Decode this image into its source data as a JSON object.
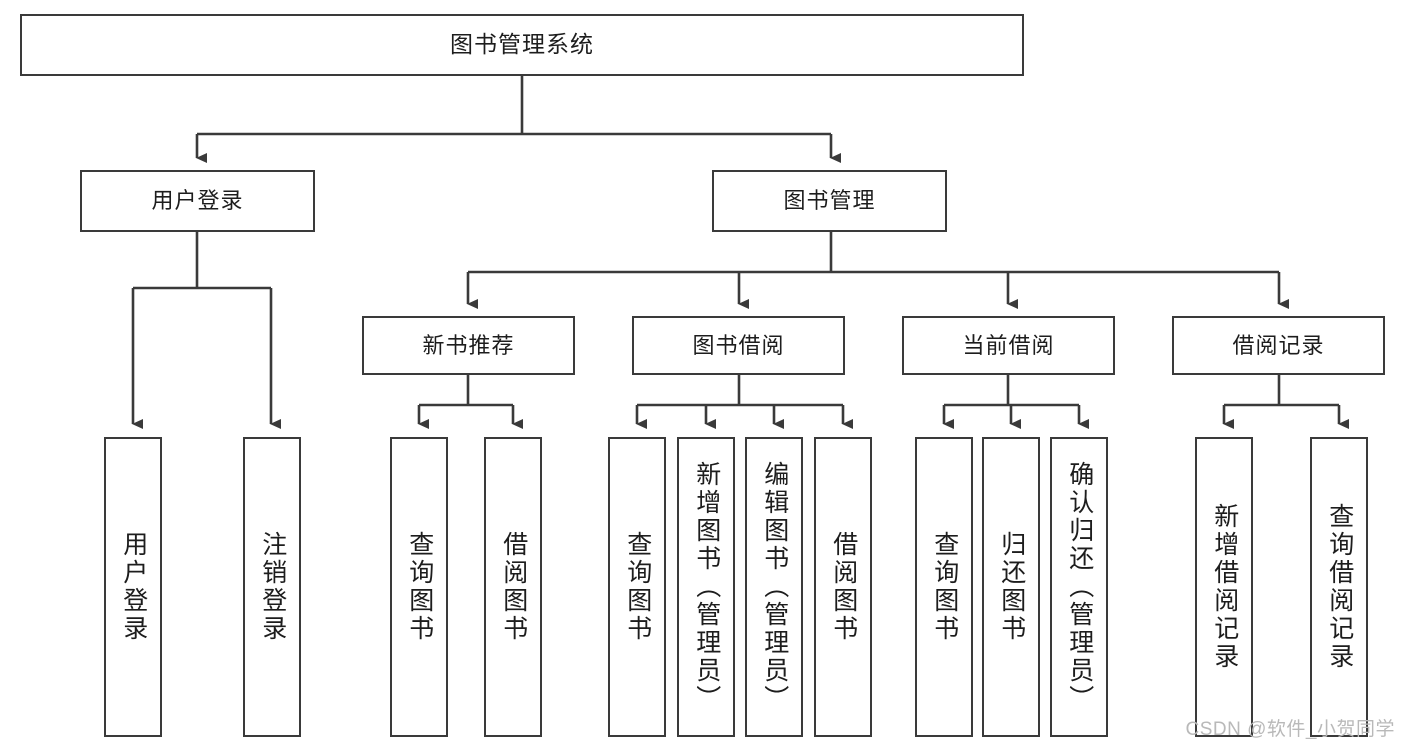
{
  "diagram": {
    "title_node": {
      "label": "图书管理系统"
    },
    "level2": [
      {
        "label": "用户登录"
      },
      {
        "label": "图书管理"
      }
    ],
    "level3": [
      {
        "label": "新书推荐"
      },
      {
        "label": "图书借阅"
      },
      {
        "label": "当前借阅"
      },
      {
        "label": "借阅记录"
      }
    ],
    "leaves": {
      "user_login": [
        {
          "label": "用户登录"
        },
        {
          "label": "注销登录"
        }
      ],
      "new_book": [
        {
          "label": "查询图书"
        },
        {
          "label": "借阅图书"
        }
      ],
      "book_borrow": [
        {
          "label": "查询图书"
        },
        {
          "label": "新增图书（管理员）"
        },
        {
          "label": "编辑图书（管理员）"
        },
        {
          "label": "借阅图书"
        }
      ],
      "current_borrow": [
        {
          "label": "查询图书"
        },
        {
          "label": "归还图书"
        },
        {
          "label": "确认归还（管理员）"
        }
      ],
      "borrow_record": [
        {
          "label": "新增借阅记录"
        },
        {
          "label": "查询借阅记录"
        }
      ]
    }
  },
  "watermark": {
    "text": "CSDN @软件_小贺同学"
  },
  "colors": {
    "stroke": "#3a3a3a",
    "background": "#ffffff",
    "text": "#1d1d1d",
    "watermark": "#b9b9b9"
  }
}
